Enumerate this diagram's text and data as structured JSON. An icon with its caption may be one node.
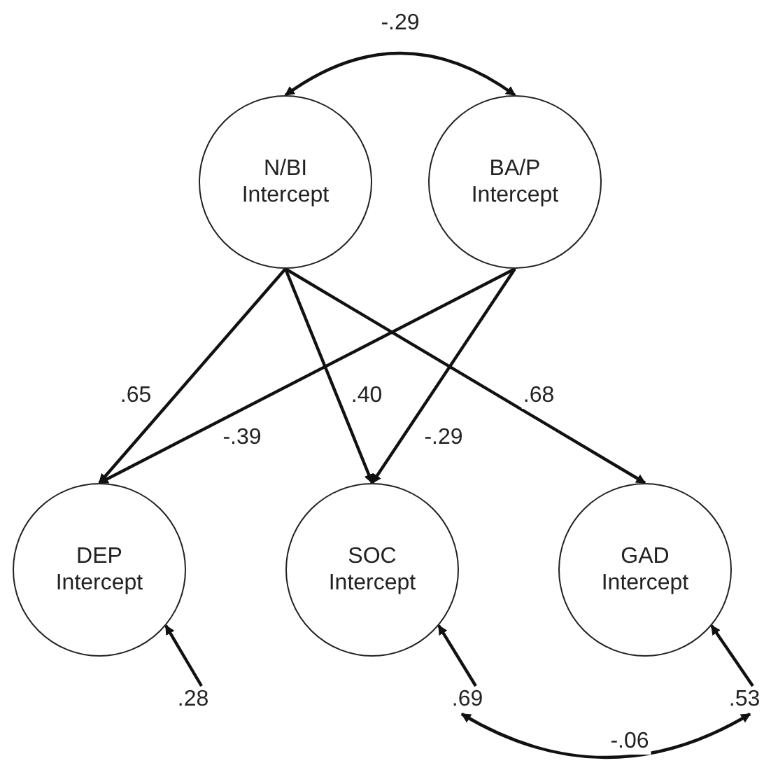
{
  "diagram": {
    "nodes": [
      {
        "text": [
          "N/BI Intercept"
        ]
      },
      {
        "text": [
          "BA/P Intercept"
        ]
      },
      {
        "text": [
          "DEP Intercept"
        ]
      },
      {
        "text": [
          "SOC Intercept"
        ]
      },
      {
        "text": [
          "GAD Intercept"
        ]
      },
      {
        "text": [
          ".28"
        ]
      },
      {
        "text": [
          ".69"
        ]
      },
      {
        "text": [
          ".53"
        ]
      }
    ],
    "edges": [
      {
        "from": 0,
        "to": 1,
        "arrow": "both",
        "label": "-.29"
      },
      {
        "from": 0,
        "to": 2,
        "arrow": "to",
        "label": ".65"
      },
      {
        "from": 0,
        "to": 3,
        "arrow": "to",
        "label": ".40"
      },
      {
        "from": 0,
        "to": 4,
        "arrow": "to",
        "label": ".68"
      },
      {
        "from": 1,
        "to": 2,
        "arrow": "to",
        "label": "-.39"
      },
      {
        "from": 1,
        "to": 3,
        "arrow": "to",
        "label": "-.29"
      },
      {
        "from": 5,
        "to": 2,
        "arrow": "to"
      },
      {
        "from": 6,
        "to": 3,
        "arrow": "to"
      },
      {
        "from": 7,
        "to": 4,
        "arrow": "to"
      },
      {
        "from": 6,
        "to": 7,
        "arrow": "both",
        "label": "-.06"
      }
    ]
  }
}
